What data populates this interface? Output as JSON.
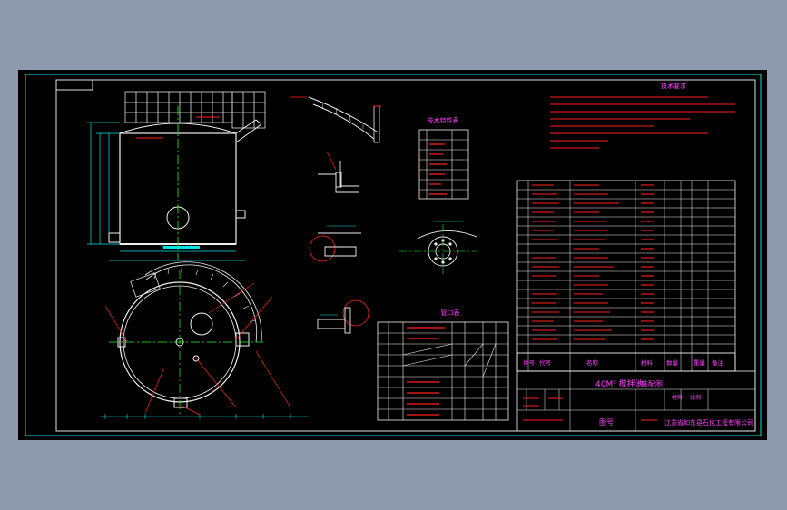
{
  "colors": {
    "background": "#8d9aae",
    "sheet": "#000000",
    "frame": "#e0e0e0",
    "cyan": "#00e5e5",
    "white": "#f0f0f0",
    "red": "#ff2020",
    "magenta": "#ff40ff",
    "green": "#20ff20",
    "yellow": "#ffff40"
  },
  "drawing": {
    "tech_requirements_title": "技术要求",
    "tech_char_table_title": "技术特性表",
    "nozzle_table_title": "管口表",
    "title_block": {
      "equipment_name": "40M³ 搅拌池",
      "drawing_kind": "装配图",
      "company": "江苏省如东县石化工程有限公司",
      "drawn_label": "材料",
      "scale_label": "比例",
      "sheet_label": "图号"
    },
    "parts_header": [
      "件号",
      "代号",
      "名称",
      "数量",
      "材料",
      "重量",
      "备注"
    ]
  }
}
